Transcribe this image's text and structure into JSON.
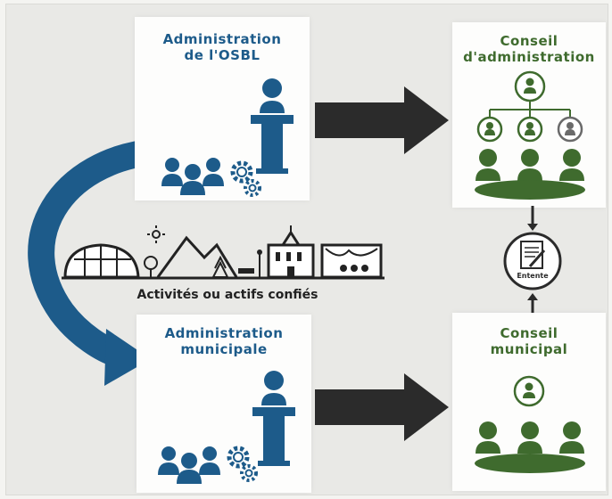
{
  "panels": {
    "osbl_admin": {
      "title_line1": "Administration",
      "title_line2": "de l'OSBL"
    },
    "board": {
      "title_line1": "Conseil",
      "title_line2": "d'administration"
    },
    "municipal_admin": {
      "title_line1": "Administration",
      "title_line2": "municipale"
    },
    "council": {
      "title_line1": "Conseil",
      "title_line2": "municipal"
    }
  },
  "middle": {
    "caption": "Activités ou actifs confiés",
    "agreement_label": "Entente"
  },
  "colors": {
    "blue": "#1d5b8a",
    "green": "#3f6b2e",
    "arrow_dark": "#2b2b2b",
    "curved_arrow": "#1d5b8a"
  }
}
